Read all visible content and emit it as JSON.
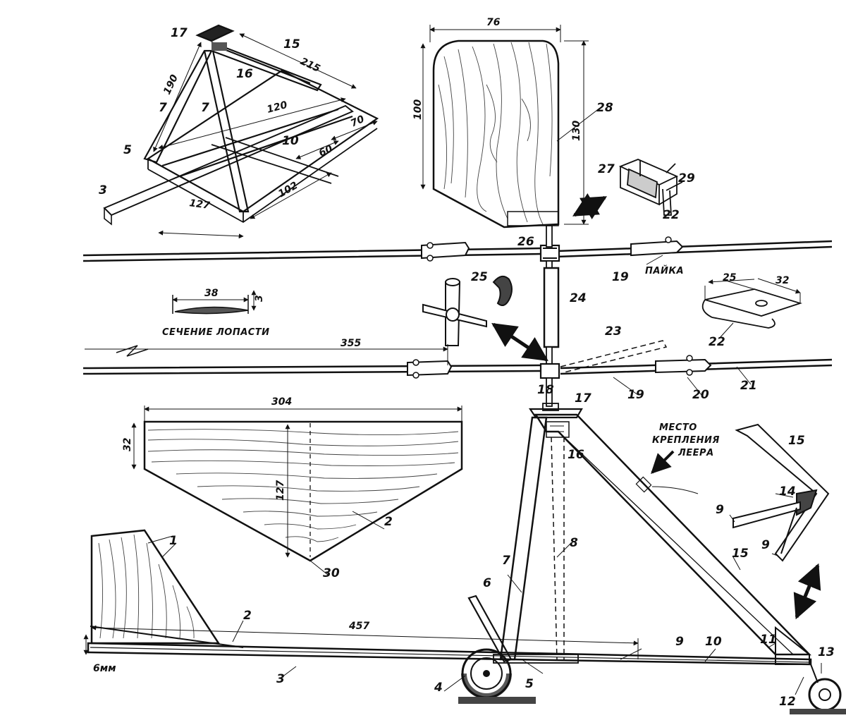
{
  "labels": {
    "p1": "1",
    "p2": "2",
    "p2b": "2",
    "p3": "3",
    "p3b": "3",
    "p4": "4",
    "p5": "5",
    "p5b": "5",
    "p6": "6",
    "p7": "7",
    "p7b": "7",
    "p7c": "7",
    "p8": "8",
    "p9": "9",
    "p9b": "9",
    "p9c": "9",
    "p10": "10",
    "p10b": "10",
    "p11": "11",
    "p12": "12",
    "p13": "13",
    "p14": "14",
    "p15": "15",
    "p15b": "15",
    "p15c": "15",
    "p16": "16",
    "p16b": "16",
    "p17": "17",
    "p17b": "17",
    "p18": "18",
    "p19": "19",
    "p19b": "19",
    "p20": "20",
    "p21": "21",
    "p22": "22",
    "p22b": "22",
    "p23": "23",
    "p24": "24",
    "p25": "25",
    "p26": "26",
    "p27": "27",
    "p28": "28",
    "p29": "29",
    "p30": "30"
  },
  "dimensions": {
    "d76": "76",
    "d100": "100",
    "d130": "130",
    "d190": "190",
    "d215": "215",
    "d120": "120",
    "d70": "70",
    "d60": "60",
    "d102": "102",
    "d127": "127",
    "d127b": "127",
    "d38": "38",
    "d3": "3",
    "d25": "25",
    "d32": "32",
    "d32b": "32",
    "d355": "355",
    "d304": "304",
    "d457": "457",
    "d6mm": "6мм"
  },
  "captions": {
    "blade_section": "СЕЧЕНИЕ ЛОПАСТИ",
    "solder": "ПАЙКА",
    "rope_1": "МЕСТО",
    "rope_2": "КРЕПЛЕНИЯ",
    "rope_3": "ЛЕЕРА"
  }
}
